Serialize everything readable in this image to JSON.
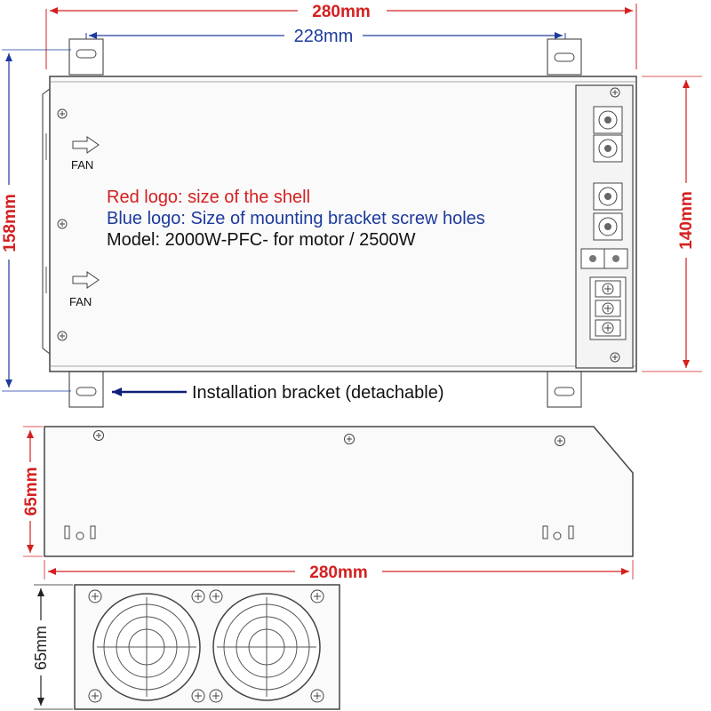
{
  "dimensions": {
    "top_width": "280mm",
    "bracket_spacing": "228mm",
    "left_height": "158mm",
    "right_height": "140mm",
    "side_height": "65mm",
    "side_width": "280mm",
    "front_height": "65mm"
  },
  "fan_labels": [
    "FAN",
    "FAN"
  ],
  "legend": {
    "red": "Red logo: size of the shell",
    "blue": "Blue logo: Size of mounting bracket screw holes",
    "model": "Model: 2000W-PFC- for motor / 2500W"
  },
  "callout": "Installation bracket (detachable)",
  "colors": {
    "red_dimension": "#d42020",
    "blue_dimension": "#1d3a9c",
    "outline": "#444444",
    "panel_fill": "#fafafa"
  }
}
